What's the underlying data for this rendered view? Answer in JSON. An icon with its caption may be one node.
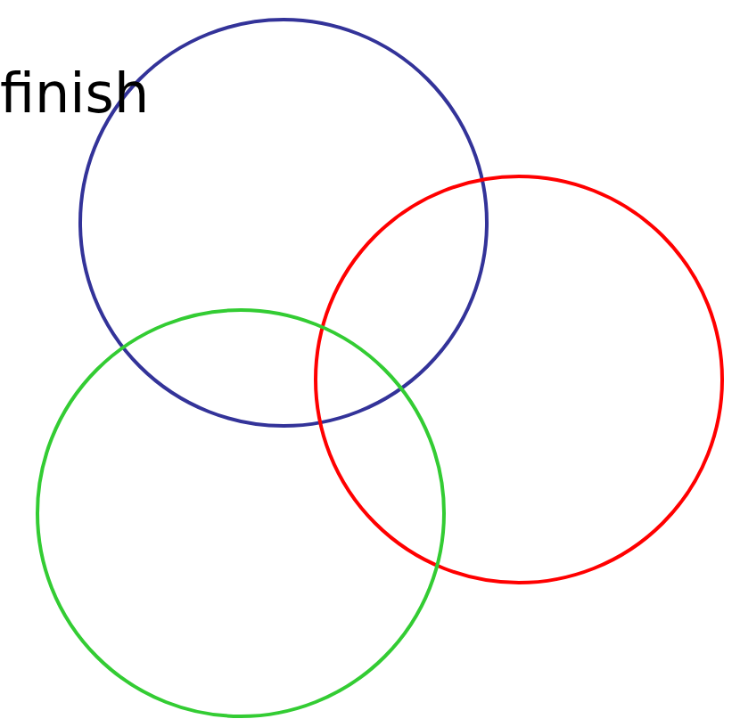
{
  "diagram": {
    "nodes": [
      {
        "text": [],
        "shape": "circle"
      },
      {
        "text": [],
        "shape": "circle"
      },
      {
        "text": [],
        "shape": "circle"
      }
    ],
    "labels": [
      "finish"
    ]
  }
}
